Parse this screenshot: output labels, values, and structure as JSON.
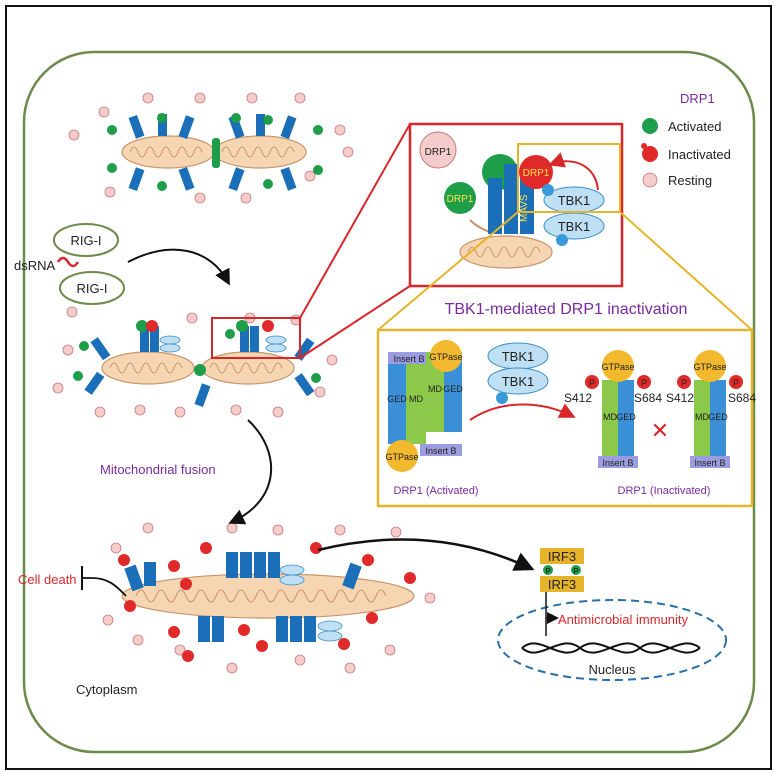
{
  "legend": {
    "title": "DRP1",
    "items": [
      {
        "label": "Activated",
        "color": "#1f9e4a"
      },
      {
        "label": "Inactivated",
        "color": "#e02a2a"
      },
      {
        "label": "Resting",
        "color": "#f4cccc"
      }
    ]
  },
  "labels": {
    "rig1_a": "RIG-I",
    "rig1_b": "RIG-I",
    "dsrna": "dsRNA",
    "fusion": "Mitochondrial fusion",
    "cell_death": "Cell death",
    "cytoplasm": "Cytoplasm",
    "nucleus": "Nucleus",
    "antimicrobial": "Antimicrobial immunity",
    "irf3_top": "IRF3",
    "irf3_bottom": "IRF3",
    "phospho": "P"
  },
  "zoom": {
    "drp1_resting": "DRP1",
    "drp1_active": "DRP1",
    "drp1_inactive": "DRP1",
    "mavs": "MAVS",
    "tbk1_a": "TBK1",
    "tbk1_b": "TBK1",
    "caption": "TBK1-mediated DRP1 inactivation"
  },
  "mechanism": {
    "insert_b": "Insert B",
    "gtpase": "GTPase",
    "ged": "GED",
    "md": "MD",
    "tbk1_a": "TBK1",
    "tbk1_b": "TBK1",
    "s412": "S412",
    "s684": "S684",
    "caption_active": "DRP1 (Activated)",
    "caption_inactive": "DRP1 (Inactivated)",
    "cross": "✕"
  },
  "colors": {
    "activated": "#1f9e4a",
    "inactivated": "#e02a2a",
    "resting": "#f4cccc",
    "mito_fill": "#f6d5b3",
    "mito_stroke": "#c9956a",
    "mavs_blue": "#1b6fb8",
    "tbk1_fill": "#bfe0f4",
    "gtpase_yellow": "#f2b92e",
    "purple_text": "#7b2a9e",
    "red_text": "#d9262a",
    "cell_border": "#6d8a4a",
    "zoom_red": "#d9262a",
    "zoom_yellow": "#e6b42a"
  }
}
